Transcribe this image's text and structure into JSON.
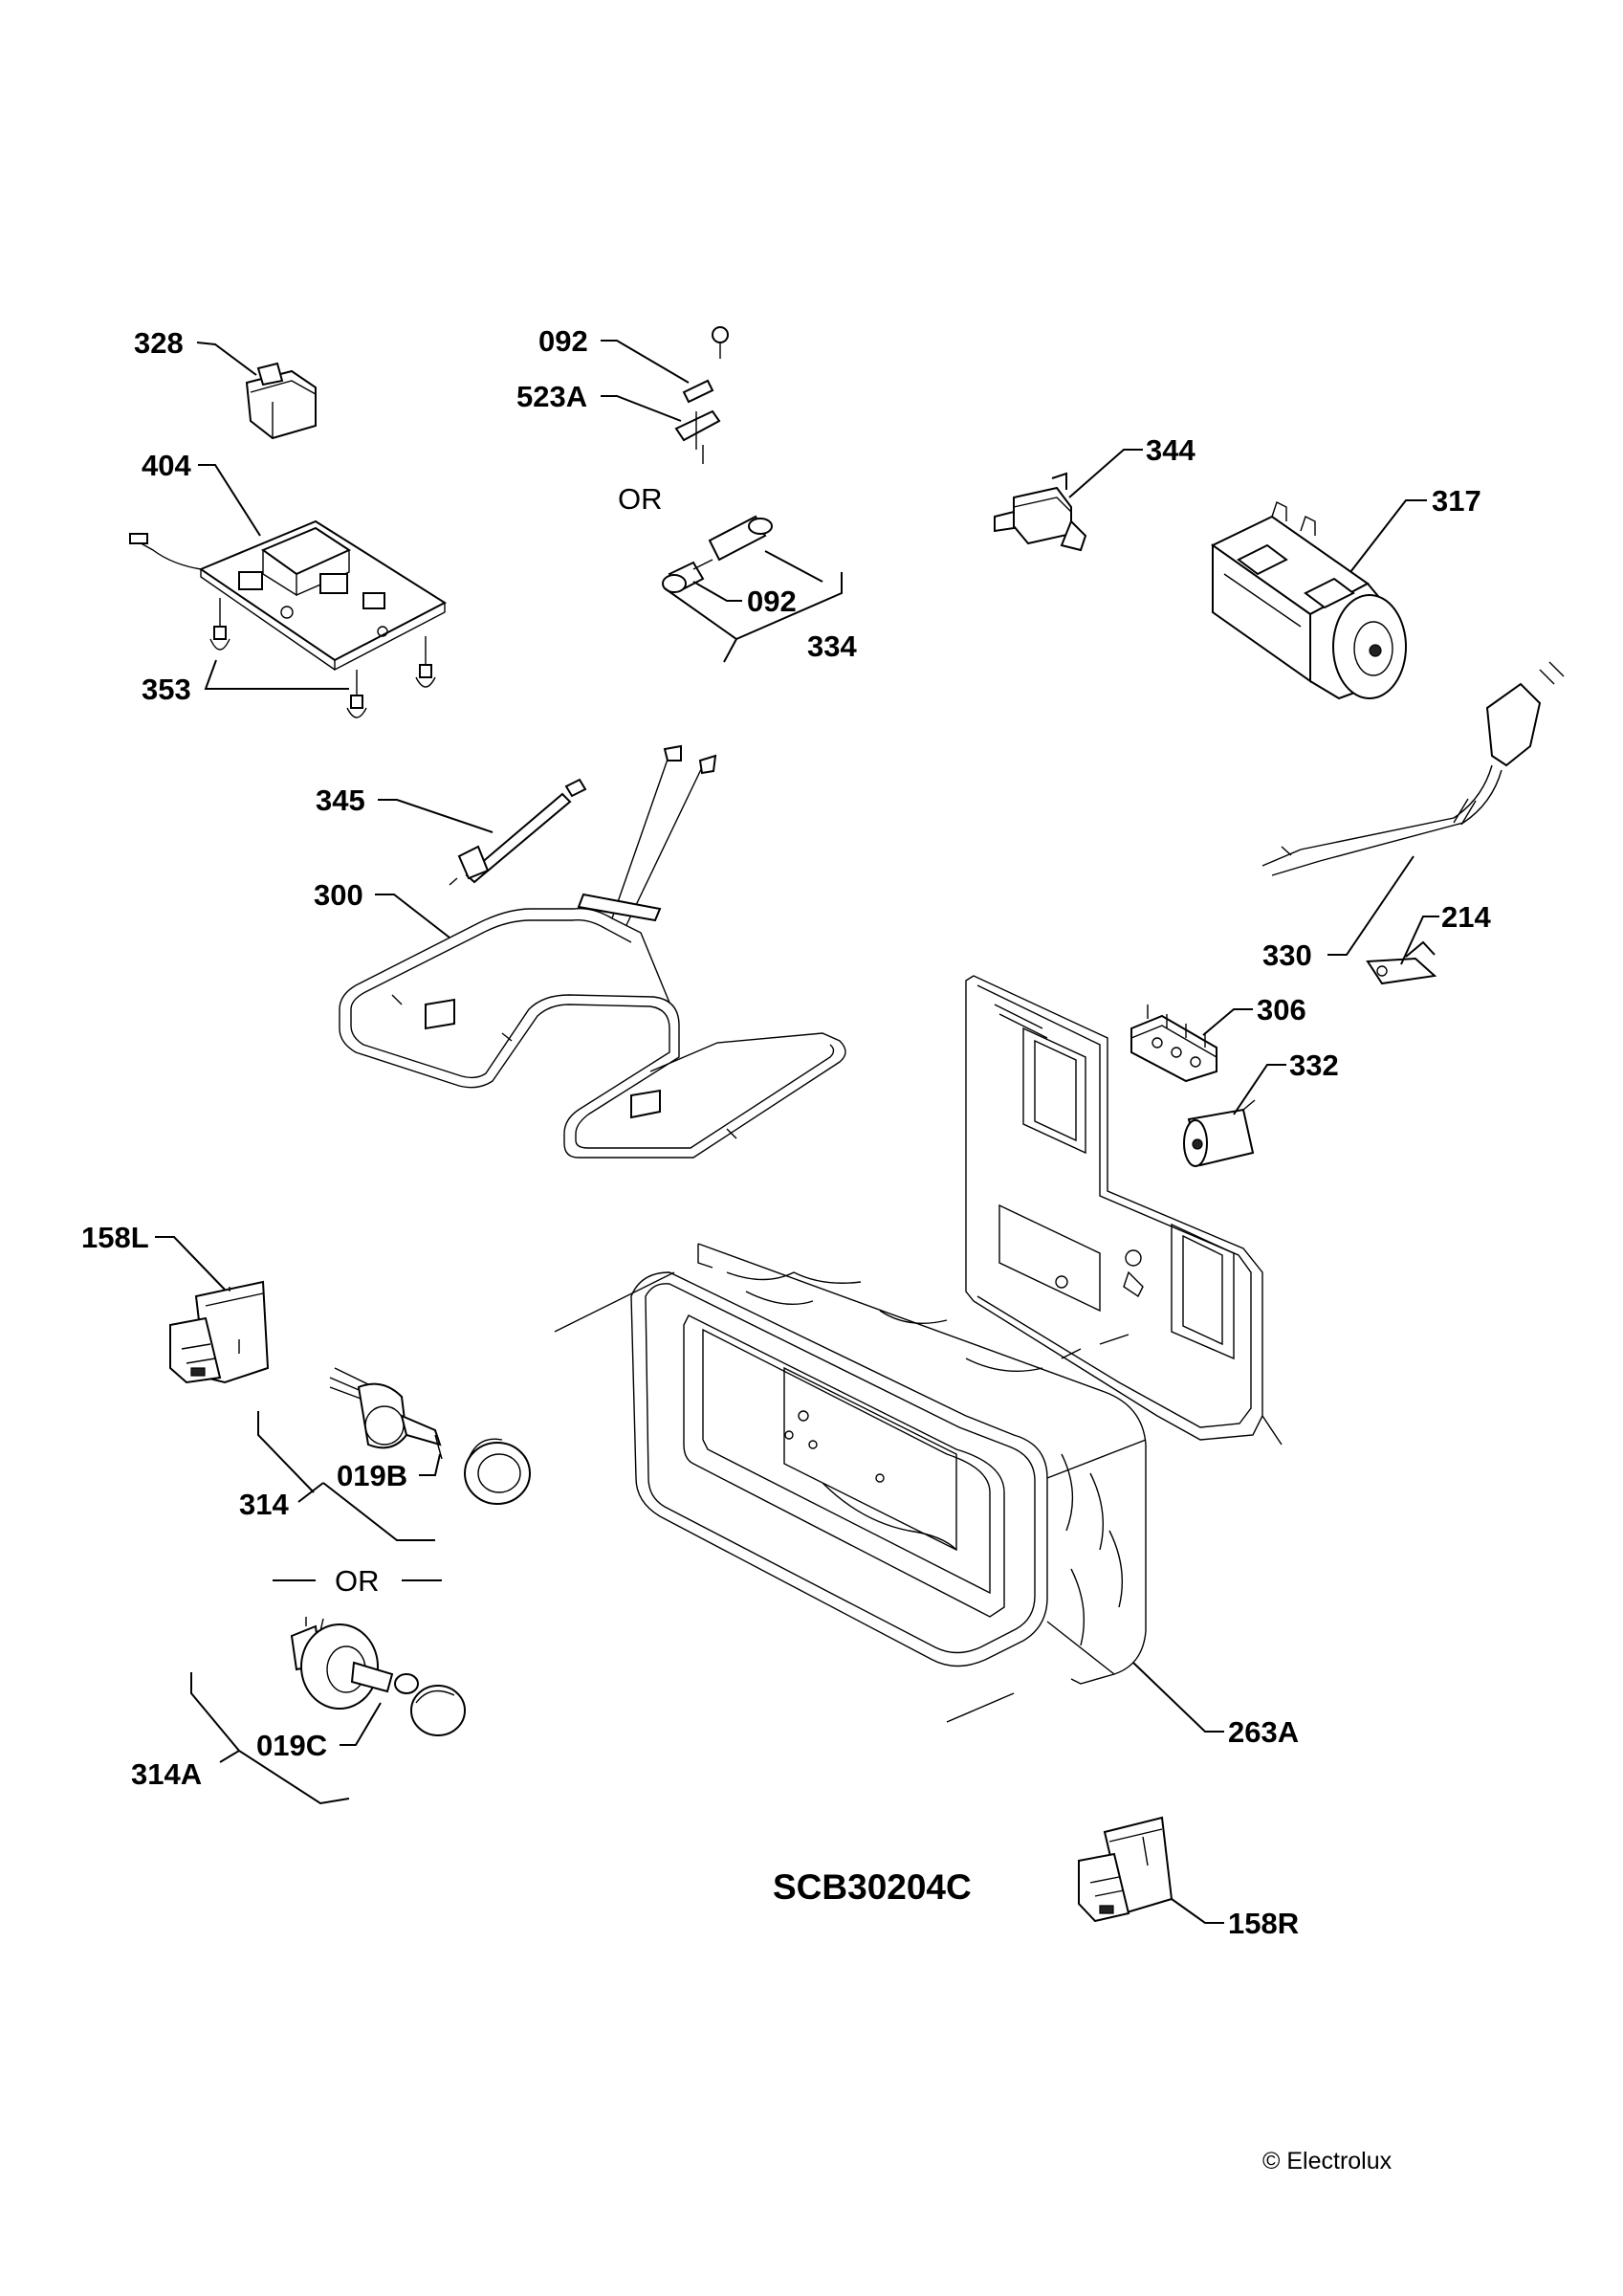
{
  "diagram_code": "SCB30204C",
  "copyright": "© Electrolux",
  "or_label": "OR",
  "part_labels": {
    "p328": "328",
    "p404": "404",
    "p353": "353",
    "p092a": "092",
    "p523A": "523A",
    "p092b": "092",
    "p334": "334",
    "p344": "344",
    "p317": "317",
    "p345": "345",
    "p300": "300",
    "p330": "330",
    "p214": "214",
    "p306": "306",
    "p332": "332",
    "p158L": "158L",
    "p314": "314",
    "p019B": "019B",
    "p019C": "019C",
    "p314A": "314A",
    "p263A": "263A",
    "p158R": "158R"
  }
}
